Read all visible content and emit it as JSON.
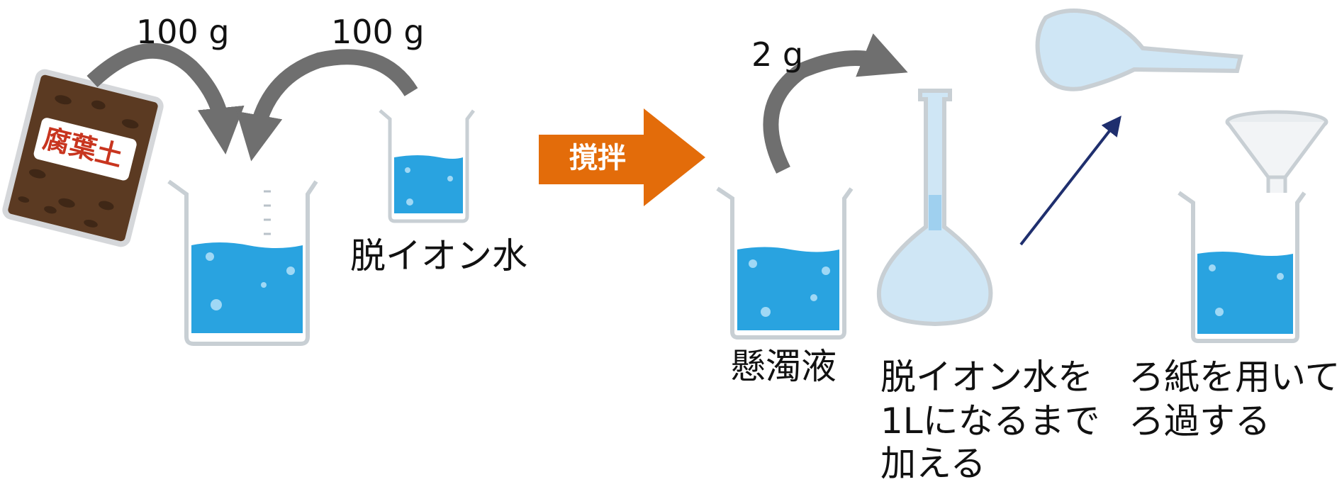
{
  "labels": {
    "soil_mass": "100 g",
    "water_mass": "100 g",
    "water_name": "脱イオン水",
    "stir": "撹拌",
    "sample_mass": "2 g",
    "suspension": "懸濁液",
    "step_dilute": [
      "脱イオン水を",
      "1Lになるまで",
      "加える"
    ],
    "step_filter": [
      "ろ紙を用いて",
      "ろ過する"
    ],
    "bag_label": "腐葉土"
  },
  "colors": {
    "water": "#29a3e0",
    "glass_outline": "#c8cfd4",
    "flask_fill": "#cfe6f5",
    "curved_arrow": "#6f6f6f",
    "stir_arrow": "#e36c0a",
    "straight_arrow": "#1f2f6e",
    "bag": "#5b3a22",
    "bag_label_bg": "#ffffff",
    "bag_label_text": "#c8351f"
  }
}
